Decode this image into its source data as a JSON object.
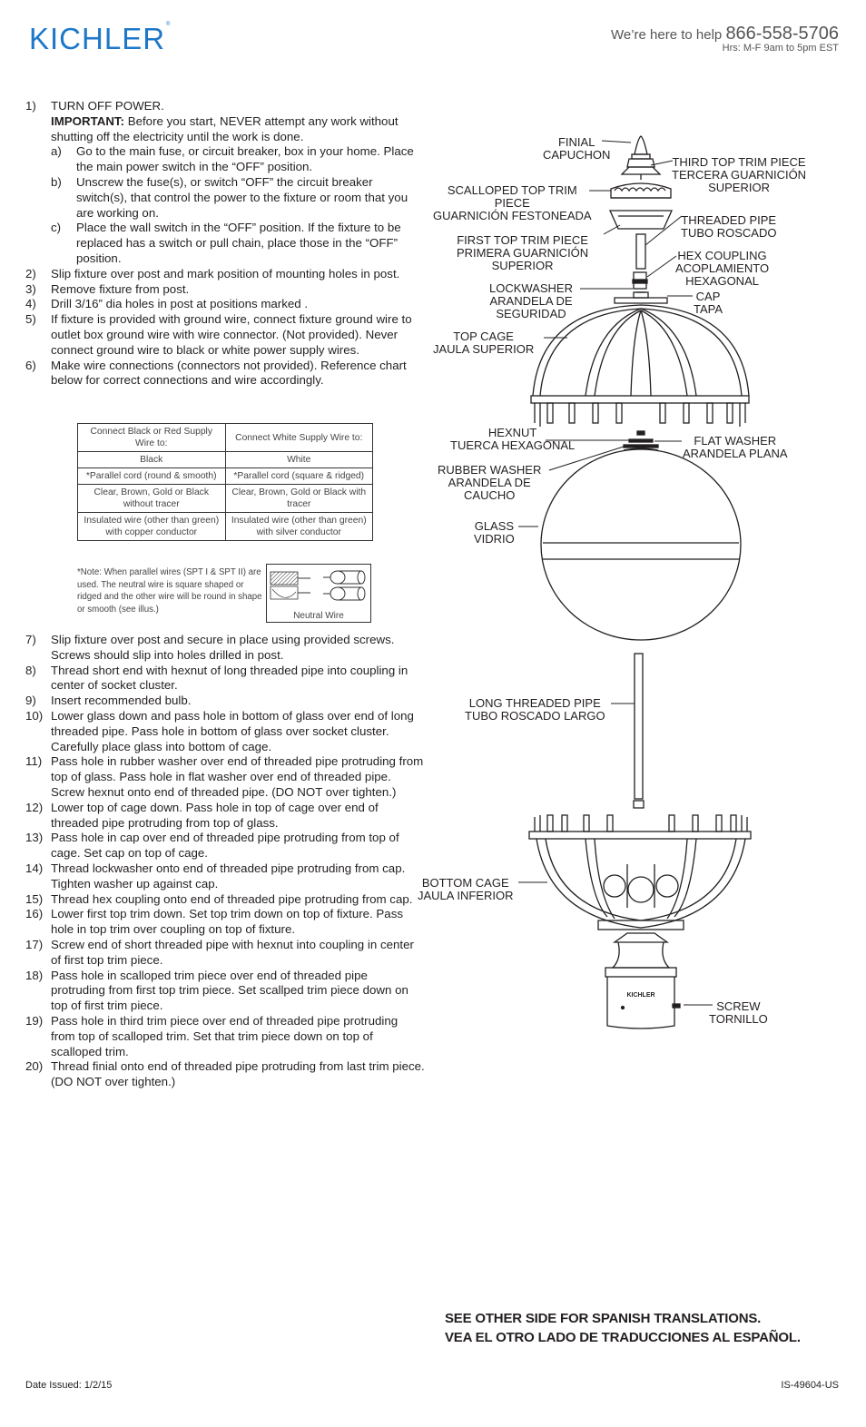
{
  "header": {
    "brand": "KICHLER",
    "help_text": "We’re here to help",
    "phone": "866-558-5706",
    "hours": "Hrs: M-F 9am to 5pm EST"
  },
  "steps_part1": [
    {
      "num": "1)",
      "text": "TURN OFF POWER."
    },
    {
      "num": "2)",
      "text": "Slip fixture over post and mark position of mounting holes in post."
    },
    {
      "num": "3)",
      "text": "Remove fixture from post."
    },
    {
      "num": "4)",
      "text": "Drill 3/16” dia holes in post at positions marked ."
    },
    {
      "num": "5)",
      "text": "If fixture is provided with ground wire, connect fixture ground wire to outlet box ground wire with wire connector. (Not provided). Never connect ground wire to black or white power supply wires."
    },
    {
      "num": "6)",
      "text": "Make wire connections (connectors not provided). Reference chart below for correct connections and wire accordingly."
    }
  ],
  "step1_important_label": "IMPORTANT:",
  "step1_important_text": " Before you start, NEVER attempt any work without shutting off the electricity until the work is done.",
  "step1_subs": [
    {
      "letter": "a)",
      "text": "Go to the main fuse, or circuit breaker, box in your home. Place the main power switch in the “OFF” position."
    },
    {
      "letter": "b)",
      "text": "Unscrew the fuse(s), or switch “OFF” the circuit breaker switch(s), that control the power to the fixture or room that you are working on."
    },
    {
      "letter": "c)",
      "text": "Place the wall switch in the “OFF” position. If the fixture to be replaced has a switch or pull chain, place those in the “OFF” position."
    }
  ],
  "wire_table": {
    "headers": [
      "Connect Black or Red Supply Wire to:",
      "Connect White Supply Wire to:"
    ],
    "rows": [
      [
        "Black",
        "White"
      ],
      [
        "*Parallel cord (round & smooth)",
        "*Parallel cord (square & ridged)"
      ],
      [
        "Clear, Brown, Gold or Black without tracer",
        "Clear, Brown, Gold or Black with tracer"
      ],
      [
        "Insulated wire (other than green) with copper conductor",
        "Insulated wire (other than green) with silver conductor"
      ]
    ],
    "note": "*Note: When parallel wires (SPT I & SPT II) are used. The neutral wire is square shaped or ridged and the other wire will be round in shape or smooth (see illus.)",
    "illus_caption": "Neutral Wire"
  },
  "steps_part2": [
    {
      "num": "7)",
      "text": "Slip fixture over post and secure in place using provided screws. Screws should slip into holes drilled in post."
    },
    {
      "num": "8)",
      "text": "Thread short end with hexnut of long threaded pipe into coupling in center of socket cluster."
    },
    {
      "num": "9)",
      "text": "Insert recommended bulb."
    },
    {
      "num": "10)",
      "text": "Lower glass down and pass hole in bottom of glass over end of long threaded pipe. Pass hole in bottom of glass over socket cluster. Carefully place glass into bottom of cage."
    },
    {
      "num": "11)",
      "text": "Pass hole in rubber washer over end of threaded pipe protruding from top of glass. Pass hole in flat washer over end of threaded pipe. Screw hexnut onto end of threaded pipe. (DO NOT over tighten.)"
    },
    {
      "num": "12)",
      "text": "Lower top of cage down. Pass hole in top of cage over end of threaded pipe protruding from top of glass."
    },
    {
      "num": "13)",
      "text": "Pass hole in cap over end of threaded pipe protruding from top of cage. Set cap on top of cage."
    },
    {
      "num": "14)",
      "text": "Thread lockwasher onto end of threaded pipe protruding from cap. Tighten washer up against cap."
    },
    {
      "num": "15)",
      "text": "Thread hex coupling onto end of threaded pipe protruding from cap."
    },
    {
      "num": "16)",
      "text": "Lower first top trim down. Set top trim down on top of fixture. Pass hole in top trim over coupling on top of fixture."
    },
    {
      "num": "17)",
      "text": "Screw end of short threaded pipe with hexnut into coupling in center of first top trim piece."
    },
    {
      "num": "18)",
      "text": "Pass hole in scalloped trim piece over end of threaded pipe protruding from first top trim piece. Set scallped trim piece down on top of first trim piece."
    },
    {
      "num": "19)",
      "text": "Pass hole in third trim piece over end of threaded pipe protruding from top of scalloped trim. Set that trim piece down on top of scalloped trim."
    },
    {
      "num": "20)",
      "text": "Thread finial onto end of threaded pipe protruding from last trim piece. (DO NOT over tighten.)"
    }
  ],
  "diagram_labels": {
    "finial": "FINIAL\nCAPUCHON",
    "third_trim": "THIRD TOP TRIM PIECE\nTERCERA GUARNICIÓN\nSUPERIOR",
    "scalloped": "SCALLOPED TOP TRIM\nPIECE\nGUARNICIÓN FESTONEADA",
    "threaded_pipe": "THREADED PIPE\nTUBO ROSCADO",
    "first_trim": "FIRST TOP TRIM PIECE\nPRIMERA GUARNICIÓN\nSUPERIOR",
    "hex_coupling": "HEX COUPLING\nACOPLAMIENTO\nHEXAGONAL",
    "lockwasher": "LOCKWASHER\nARANDELA DE\nSEGURIDAD",
    "cap": "CAP\nTAPA",
    "top_cage": "TOP CAGE\nJAULA SUPERIOR",
    "hexnut": "HEXNUT\nTUERCA HEXAGONAL",
    "flat_washer": "FLAT WASHER\nARANDELA PLANA",
    "rubber_washer": "RUBBER WASHER\nARANDELA DE\nCAUCHO",
    "glass": "GLASS\nVIDRIO",
    "long_pipe": "LONG THREADED PIPE\nTUBO ROSCADO LARGO",
    "bottom_cage": "BOTTOM CAGE\nJAULA INFERIOR",
    "screw": "SCREW\nTORNILLO",
    "base_brand": "KICHLER"
  },
  "footer": {
    "spanish_note_en": "SEE OTHER SIDE FOR SPANISH TRANSLATIONS.",
    "spanish_note_es": "VEA EL OTRO LADO DE TRADUCCIONES AL ESPAÑOL.",
    "date_issued": "Date Issued: 1/2/15",
    "doc_id": "IS-49604-US"
  },
  "colors": {
    "brand_blue": "#1e78c8",
    "ink": "#231f20"
  }
}
